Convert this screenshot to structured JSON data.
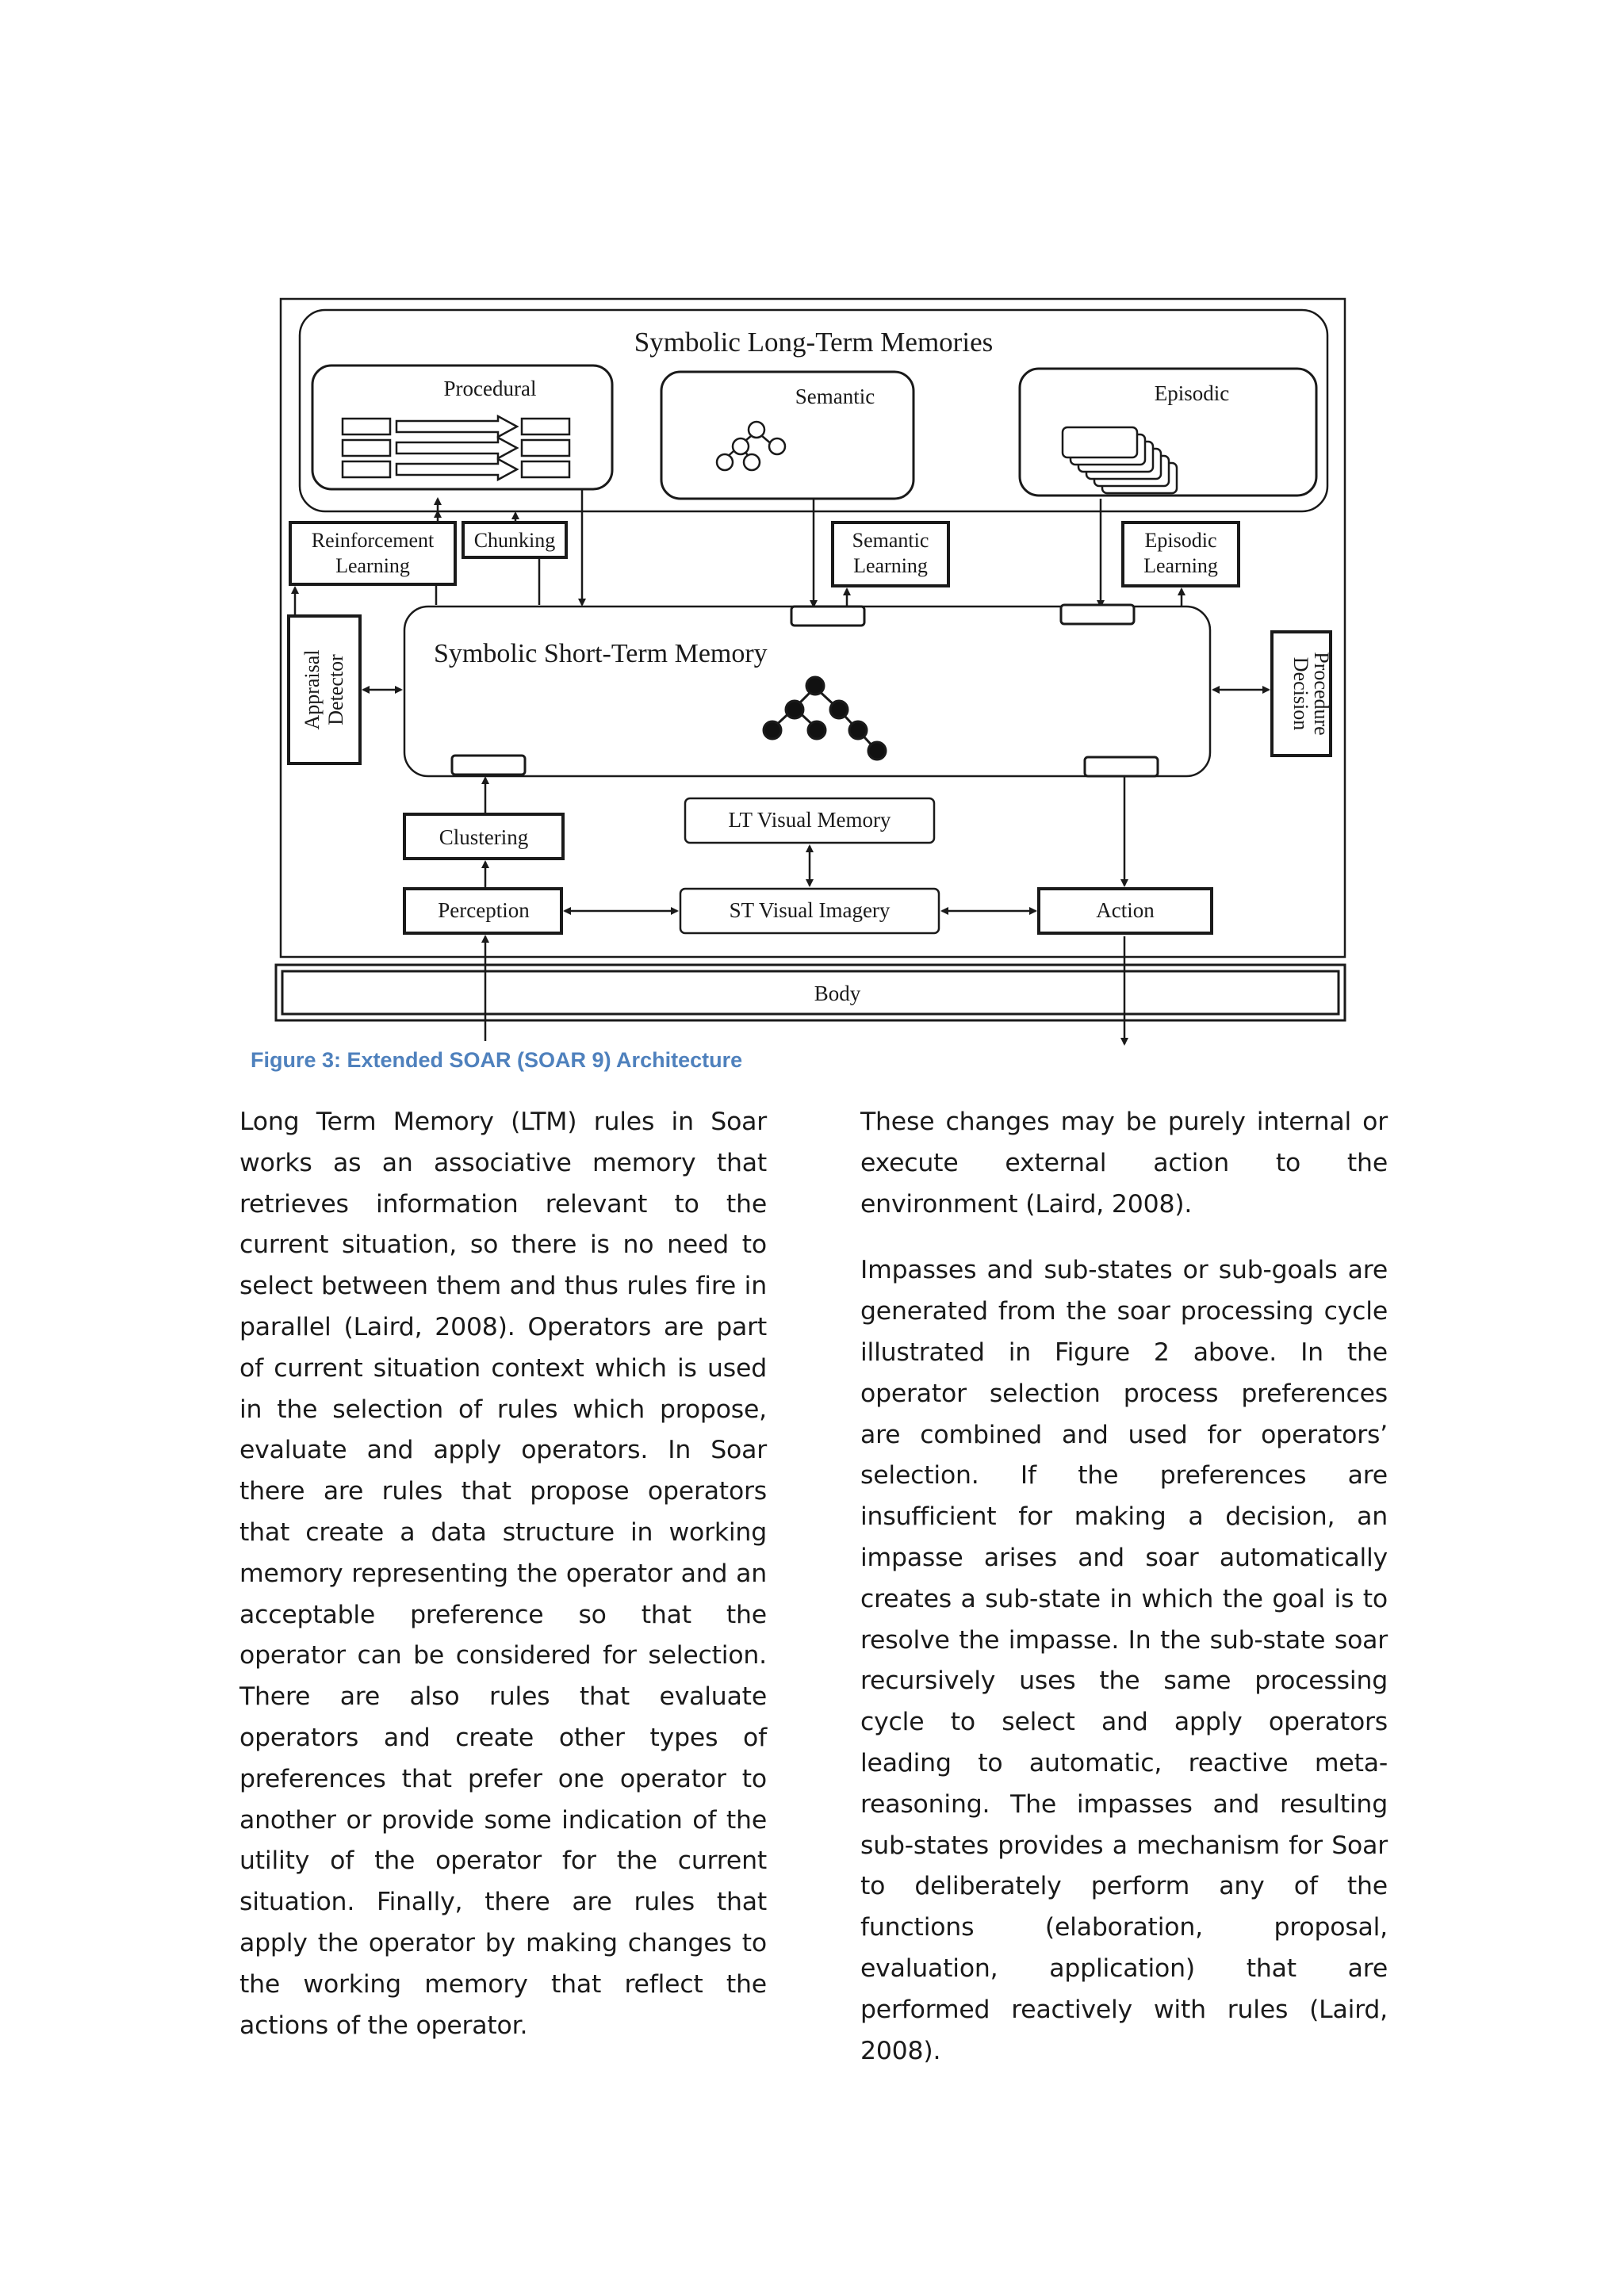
{
  "figure": {
    "title": "Symbolic Long-Term Memories",
    "procedural": "Procedural",
    "semantic": "Semantic",
    "episodic": "Episodic",
    "reinforcement_line1": "Reinforcement",
    "reinforcement_line2": "Learning",
    "chunking": "Chunking",
    "semantic_learning_line1": "Semantic",
    "semantic_learning_line2": "Learning",
    "episodic_learning_line1": "Episodic",
    "episodic_learning_line2": "Learning",
    "stm": "Symbolic Short-Term Memory",
    "appraisal_line1": "Appraisal",
    "appraisal_line2": "Detector",
    "decision_line1": "Decision",
    "decision_line2": "Procedure",
    "clustering": "Clustering",
    "lt_visual": "LT Visual Memory",
    "perception": "Perception",
    "st_visual": "ST Visual Imagery",
    "action": "Action",
    "body": "Body"
  },
  "caption": "Figure 3: Extended SOAR (SOAR 9) Architecture",
  "left_column": [
    "Long Term Memory (LTM) rules in Soar works as an associative memory that retrieves information relevant to the current situation, so there is no need to select between them and thus rules fire in parallel (Laird, 2008). Operators are part of current situation context which is used in the selection of rules which propose, evaluate and apply operators. In Soar there are rules that propose operators that create a data structure in working memory representing the operator and an acceptable preference so that the operator can be considered for selection. There are also rules that evaluate operators and create other types of preferences that prefer one operator to another or provide some indication of the utility of the operator for the current situation. Finally, there are rules that apply the operator by making changes to the working memory that reflect the actions of the operator."
  ],
  "right_column": [
    "These changes may be purely internal or execute external action to the environment (Laird, 2008).",
    "Impasses and sub-states or sub-goals are generated from the soar processing cycle illustrated in Figure 2 above. In the operator selection process preferences are combined and used for operators’ selection. If the preferences are insufficient for making a decision, an impasse arises and soar automatically creates a sub-state in which the goal is to resolve the impasse. In the sub-state soar recursively uses the same processing cycle to select and apply operators leading to automatic, reactive meta-reasoning. The impasses and resulting sub-states provides a mechanism for Soar to deliberately perform any of the functions (elaboration, proposal, evaluation, application) that are performed reactively with rules (Laird, 2008)."
  ]
}
